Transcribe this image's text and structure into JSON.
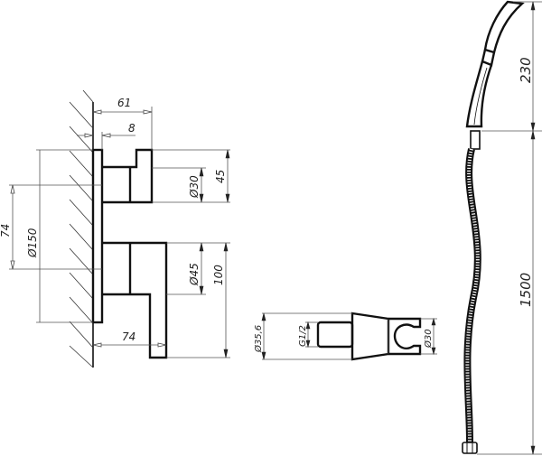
{
  "drawing": {
    "type": "technical-drawing",
    "background": "#ffffff",
    "line_color": "#111111",
    "dimension_color": "#555555"
  },
  "mixer_view": {
    "dims": {
      "depth_total": "61",
      "plate_thickness": "8",
      "upper_handle_diameter": "Ø30",
      "upper_handle_height": "45",
      "plate_diameter": "Ø150",
      "center_offset": "74",
      "lower_handle_diameter": "Ø45",
      "lower_handle_height": "100",
      "lower_handle_reach": "74"
    }
  },
  "holder_view": {
    "dims": {
      "outer_diameter": "Ø35,6",
      "thread": "G1/2",
      "clip_diameter": "Ø30"
    }
  },
  "shower_view": {
    "dims": {
      "head_length": "230",
      "hose_length": "1500"
    }
  }
}
